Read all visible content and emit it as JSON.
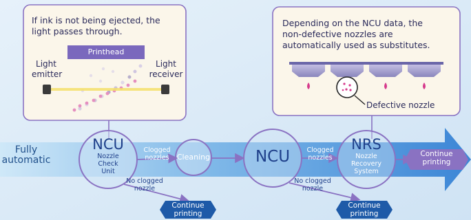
{
  "left_callout": {
    "text_line1": "If ink is not being ejected, the",
    "text_line2": "light passes through.",
    "printhead_label": "Printhead",
    "emitter_label_1": "Light",
    "emitter_label_2": "emitter",
    "receiver_label_1": "Light",
    "receiver_label_2": "receiver"
  },
  "right_callout": {
    "text_line1": "Depending on the NCU data, the",
    "text_line2": "non-defective nozzles are",
    "text_line3": "automatically used as substitutes.",
    "defective_label": "Defective nozzle"
  },
  "flow": {
    "start_label_1": "Fully",
    "start_label_2": "automatic",
    "ncu1": {
      "title": "NCU",
      "sub1": "Nozzle",
      "sub2": "Check",
      "sub3": "Unit"
    },
    "clogged_1a": "Clogged",
    "clogged_1b": "nozzles",
    "cleaning": "Cleaning",
    "ncu2": {
      "title": "NCU"
    },
    "clogged_2a": "Clogged",
    "clogged_2b": "nozzles",
    "nrs": {
      "title": "NRS",
      "sub1": "Nozzle",
      "sub2": "Recovery",
      "sub3": "System"
    },
    "no_clogged_1a": "No clogged",
    "no_clogged_1b": "nozzle",
    "no_clogged_2a": "No clogged",
    "no_clogged_2b": "nozzle",
    "continue_1": "Continue",
    "continue_2": "printing"
  },
  "colors": {
    "purple": "#8a72c2",
    "navy": "#1e5aa8",
    "band": "#5aa0e0",
    "panel_bg": "#fbf6ea"
  }
}
